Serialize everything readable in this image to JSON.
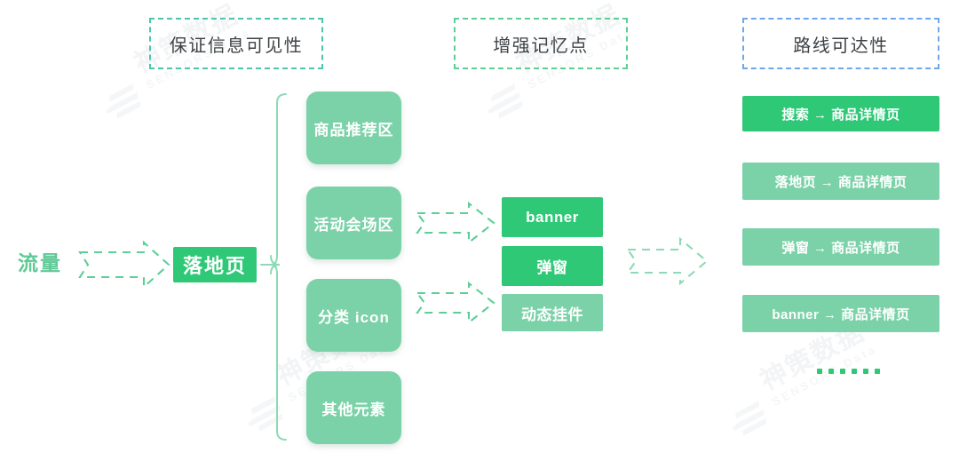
{
  "theme": {
    "green_solid": "#2ec877",
    "green_light": "#7bd2a8",
    "green_text": "#5fc996",
    "dash_green": "#5ccf96",
    "dash_teal": "#4ec5ad",
    "dash_blue": "#6fa8e8",
    "heading_text": "#3f4346",
    "background": "#ffffff"
  },
  "watermark": {
    "cn": "神策数据",
    "en": "SENSORS Data"
  },
  "headers": [
    {
      "label": "保证信息可见性",
      "border_color": "#4ec5ad"
    },
    {
      "label": "增强记忆点",
      "border_color": "#5ccf96"
    },
    {
      "label": "路线可达性",
      "border_color": "#6fa8e8"
    }
  ],
  "source": {
    "label": "流量",
    "color": "#5fc996"
  },
  "landing": {
    "label": "落地页",
    "fill": "#2ec877"
  },
  "page_elements": {
    "items": [
      {
        "label": "商品推荐区",
        "fill": "#7bd2a8"
      },
      {
        "label": "活动会场区",
        "fill": "#7bd2a8"
      },
      {
        "label": "分类 icon",
        "fill": "#7bd2a8"
      },
      {
        "label": "其他元素",
        "fill": "#7bd2a8"
      }
    ]
  },
  "memory_points": {
    "items": [
      {
        "label": "banner",
        "fill": "#2ec877"
      },
      {
        "label": "弹窗",
        "fill": "#2ec877"
      },
      {
        "label": "动态挂件",
        "fill": "#7bd2a8"
      }
    ]
  },
  "routes": {
    "items": [
      {
        "label": "搜索 → 商品详情页",
        "fill": "#2ec877"
      },
      {
        "label": "落地页 → 商品详情页",
        "fill": "#7bd2a8"
      },
      {
        "label": "弹窗 → 商品详情页",
        "fill": "#7bd2a8"
      },
      {
        "label": "banner → 商品详情页",
        "fill": "#7bd2a8"
      }
    ],
    "more": "……"
  },
  "arrows": {
    "traffic_to_landing": "dashed-block-arrow-right",
    "venue_to_memory": "dashed-block-arrow-right",
    "icon_to_memory": "dashed-block-arrow-right",
    "memory_to_routes": "dashed-block-arrow-right",
    "landing_to_elements": "curly-brace-right"
  }
}
